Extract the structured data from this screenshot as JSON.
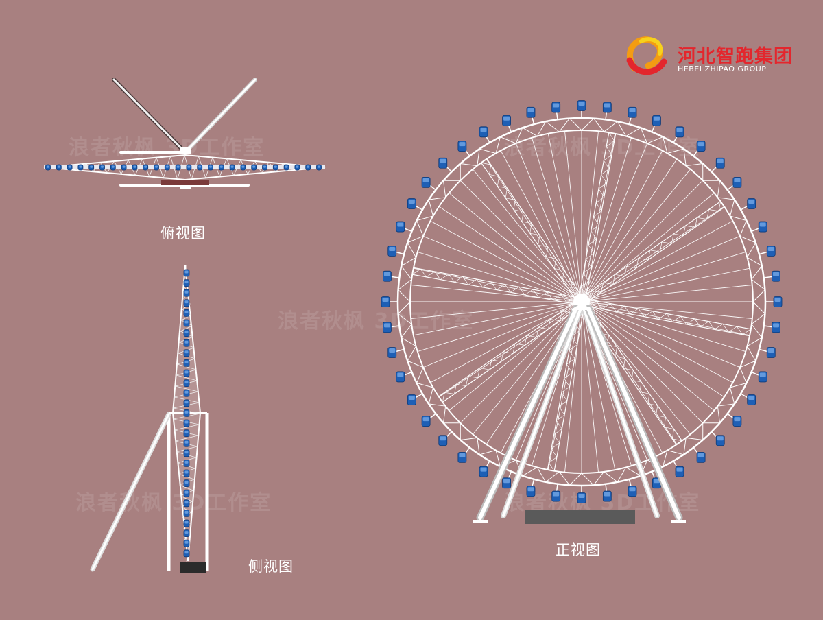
{
  "logo": {
    "name_cn": "河北智跑集团",
    "name_en": "HEBEI ZHIPAO GROUP",
    "colors": {
      "red": "#e3262d",
      "orange": "#f39c12",
      "yellow": "#f7d21c"
    }
  },
  "labels": {
    "top_view": "俯视图",
    "side_view": "侧视图",
    "front_view": "正视图"
  },
  "watermarks": [
    "浪者秋枫 3D工作室",
    "浪者秋枫 3D工作室",
    "浪者秋枫 3D工作室",
    "浪者秋枫 3D工作室",
    "浪者秋枫 3D工作室"
  ],
  "colors": {
    "background": "#a88080",
    "structure": "#ffffff",
    "cabin": "#1e5fb5",
    "base": "#5a5a5a"
  }
}
